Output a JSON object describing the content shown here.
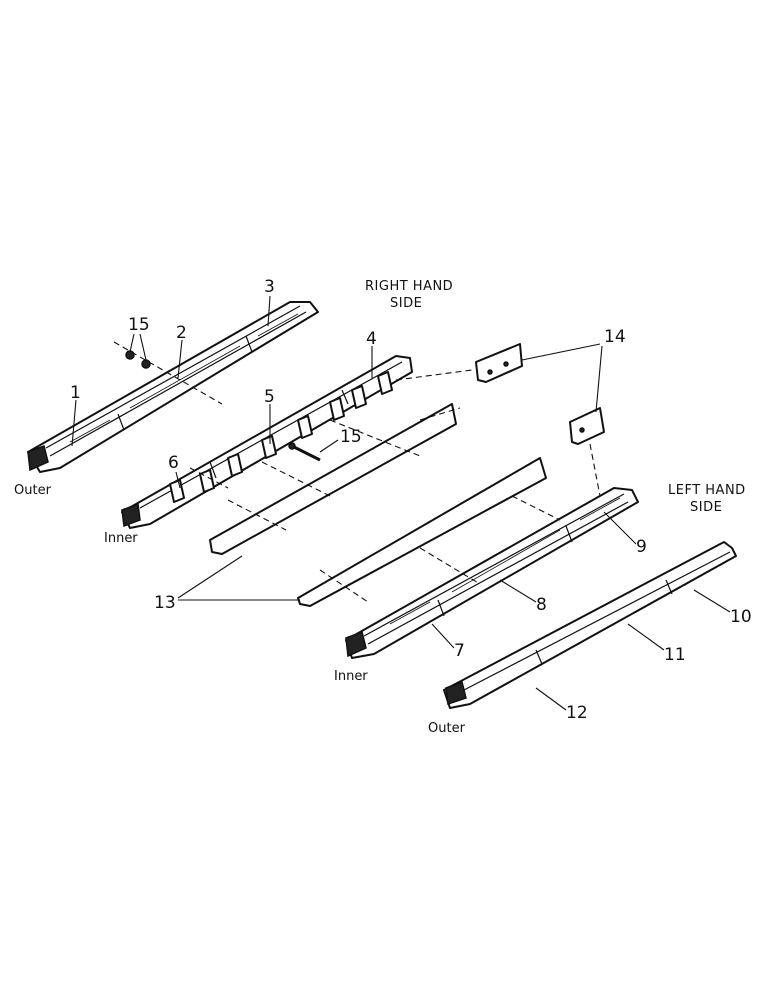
{
  "headings": {
    "right_line1": "RIGHT HAND",
    "right_line2": "SIDE",
    "left_line1": "LEFT HAND",
    "left_line2": "SIDE"
  },
  "position_labels": {
    "outer_right": "Outer",
    "inner_right": "Inner",
    "inner_left": "Inner",
    "outer_left": "Outer"
  },
  "callouts": {
    "c1": "1",
    "c2": "2",
    "c3": "3",
    "c4": "4",
    "c5": "5",
    "c6": "6",
    "c7": "7",
    "c8": "8",
    "c9": "9",
    "c10": "10",
    "c11": "11",
    "c12": "12",
    "c13": "13",
    "c14": "14",
    "c15a": "15",
    "c15b": "15"
  }
}
